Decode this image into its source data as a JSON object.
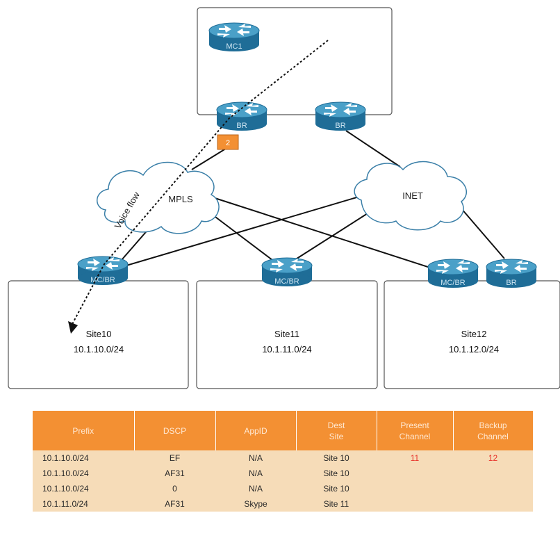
{
  "colors": {
    "router": "#1f6d97",
    "router_top": "#4aa0c8",
    "cloud_outline": "#3a7fa8",
    "badge": "#f39033",
    "table_header": "#f39033",
    "table_row": "#f6dcb8",
    "highlight": "#e8322a"
  },
  "routers": {
    "hub_mc": "MC1",
    "hub_br_mpls": "BR",
    "hub_br_inet": "BR",
    "site10": "MC/BR",
    "site11": "MC/BR",
    "site12_mc": "MC/BR",
    "site12_br": "BR"
  },
  "clouds": {
    "mpls": "MPLS",
    "inet": "INET"
  },
  "badge": "2",
  "flow": {
    "label": "Voice flow"
  },
  "sites": [
    {
      "name": "Site10",
      "prefix": "10.1.10.0/24"
    },
    {
      "name": "Site11",
      "prefix": "10.1.11.0/24"
    },
    {
      "name": "Site12",
      "prefix": "10.1.12.0/24"
    }
  ],
  "table": {
    "headers": {
      "prefix": "Prefix",
      "dscp": "DSCP",
      "appid": "AppID",
      "dest_site_1": "Dest",
      "dest_site_2": "Site",
      "present_1": "Present",
      "present_2": "Channel",
      "backup_1": "Backup",
      "backup_2": "Channel"
    },
    "rows": [
      {
        "prefix": "10.1.10.0/24",
        "dscp": "EF",
        "appid": "N/A",
        "dest": "Site 10",
        "present": "11",
        "backup": "12"
      },
      {
        "prefix": "10.1.10.0/24",
        "dscp": "AF31",
        "appid": "N/A",
        "dest": "Site 10",
        "present": "",
        "backup": ""
      },
      {
        "prefix": "10.1.10.0/24",
        "dscp": "0",
        "appid": "N/A",
        "dest": "Site 10",
        "present": "",
        "backup": ""
      },
      {
        "prefix": "10.1.11.0/24",
        "dscp": "AF31",
        "appid": "Skype",
        "dest": "Site 11",
        "present": "",
        "backup": ""
      }
    ]
  }
}
